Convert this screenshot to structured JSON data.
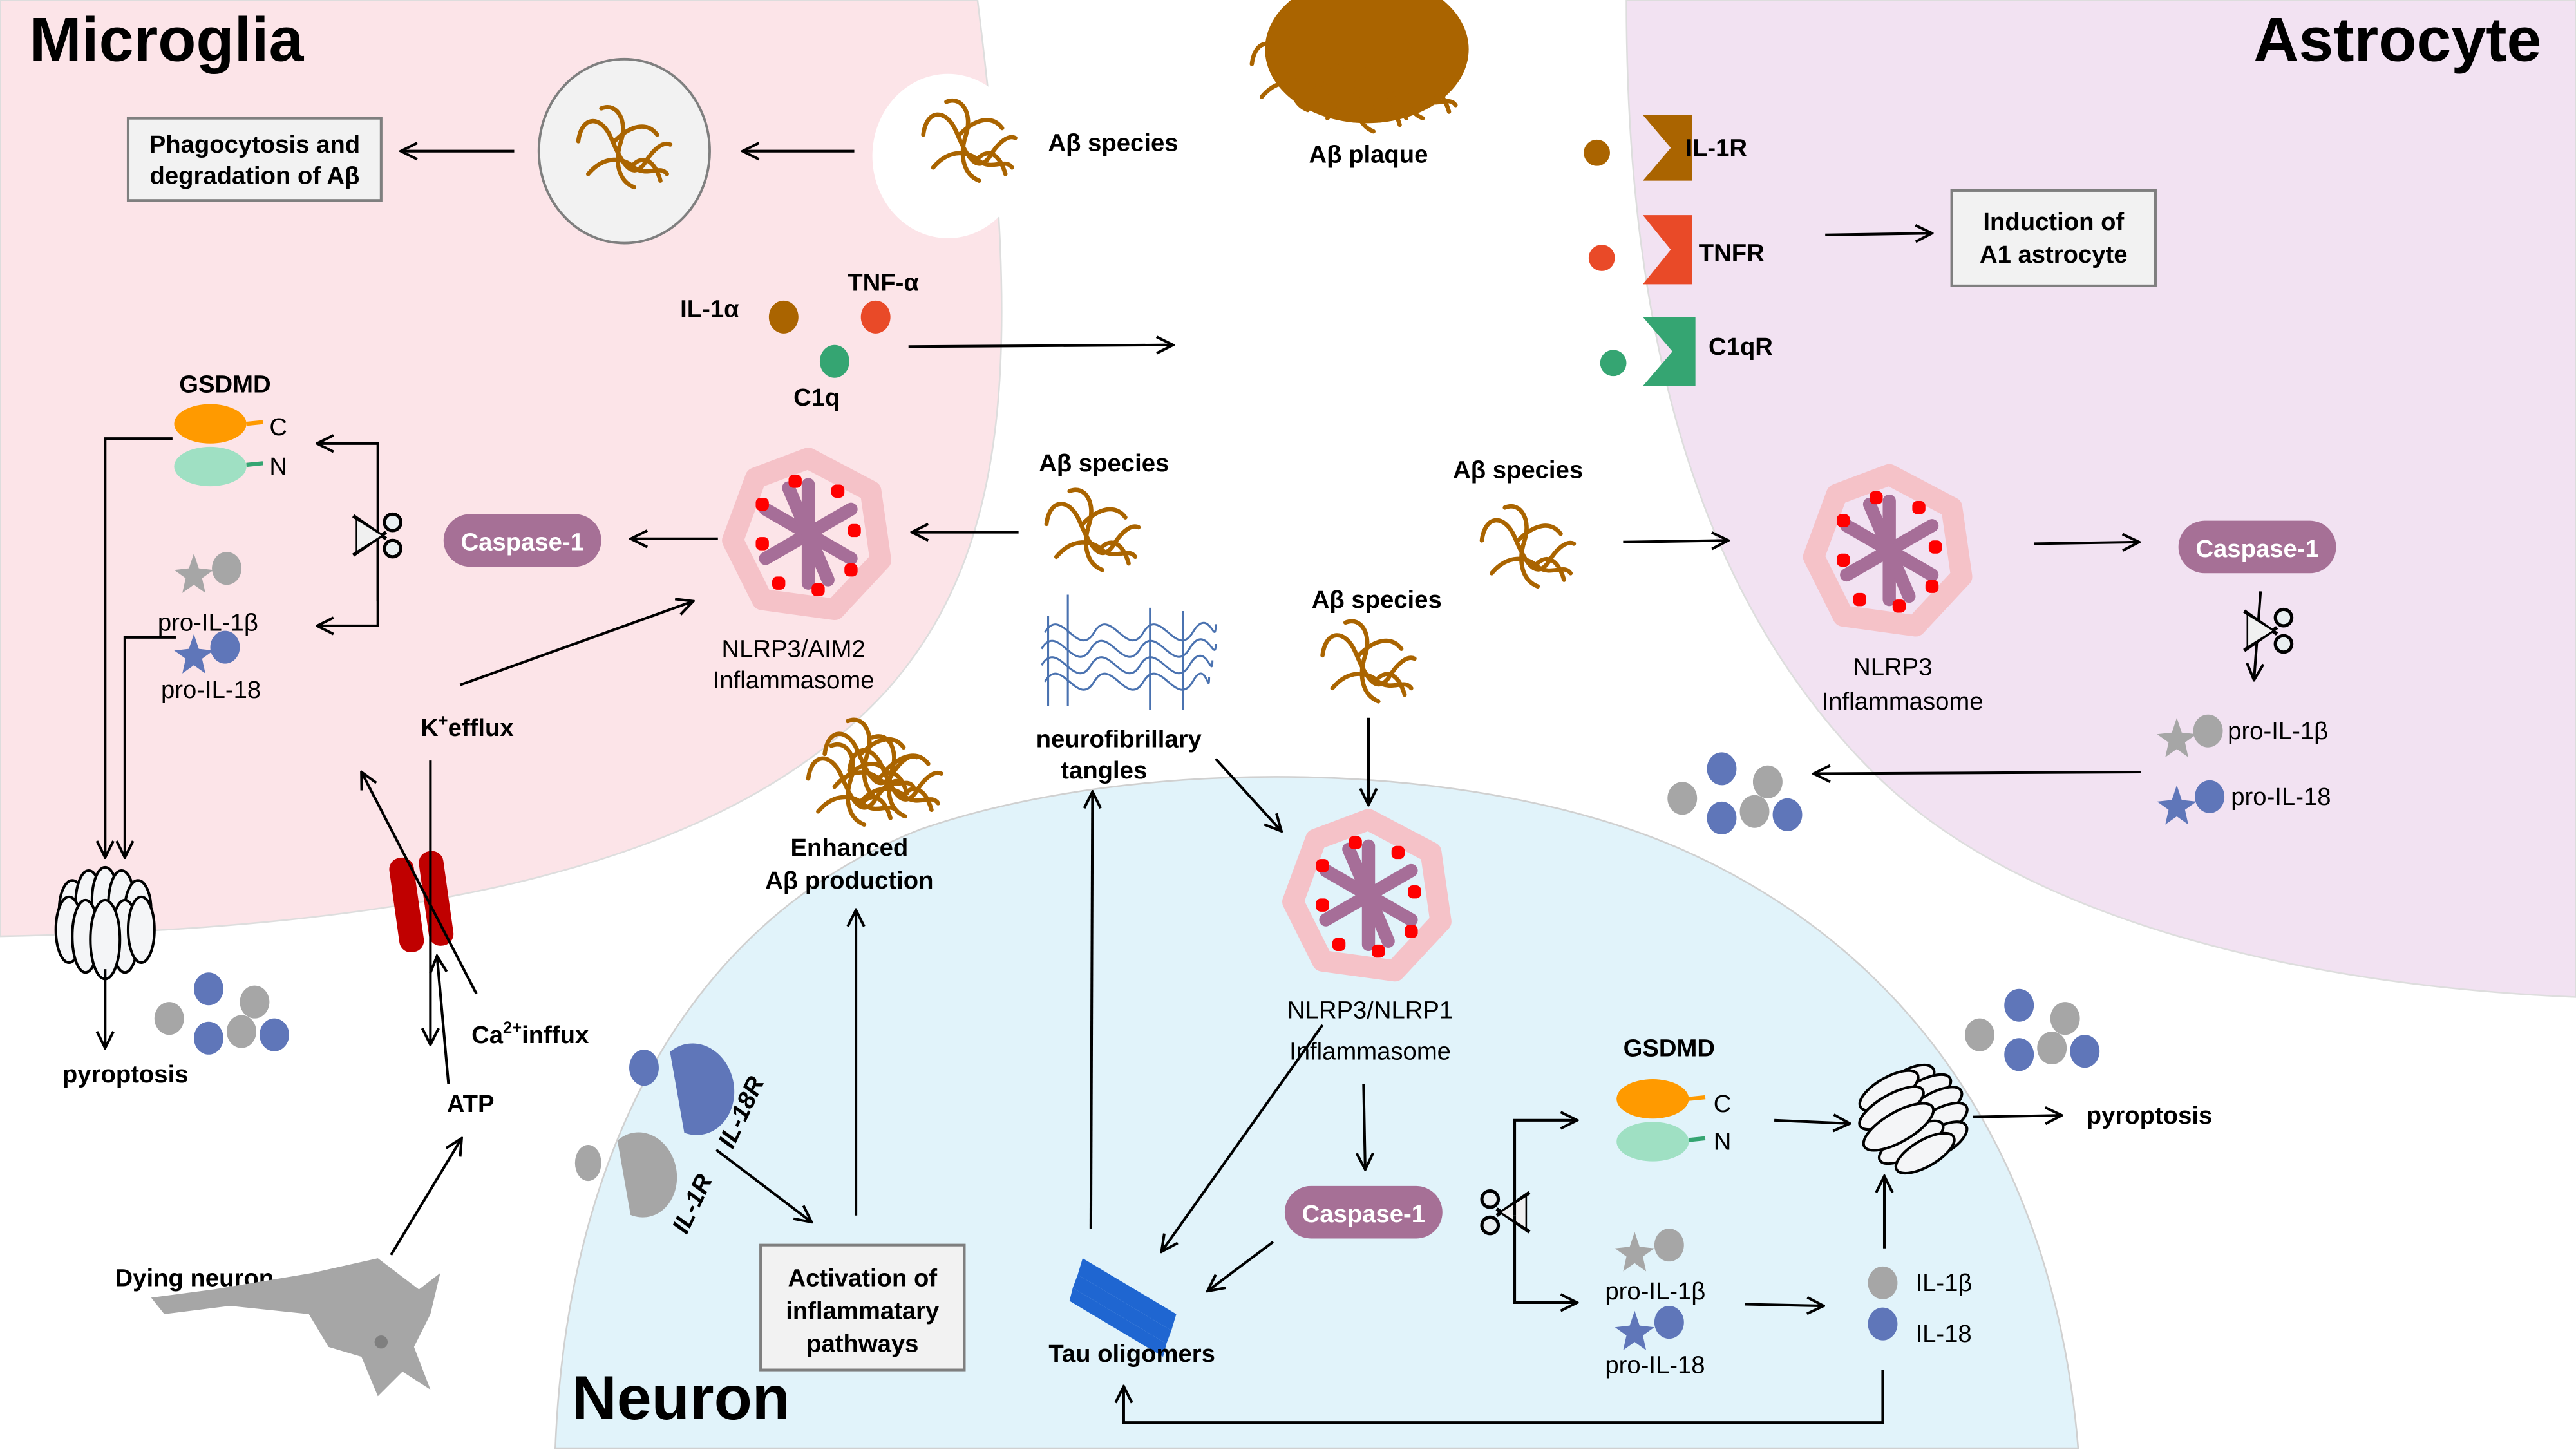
{
  "colors": {
    "microglia_bg": "#fce4e8",
    "astrocyte_bg": "#f2e2f2",
    "neuron_bg": "#e1f3fa",
    "abeta": "#aa6400",
    "il1a": "#aa6400",
    "tnf": "#e94a28",
    "c1q": "#35a572",
    "caspase": "#a67096",
    "gsdmd_c": "#ff9a00",
    "gsdmd_n": "#9fe0c3",
    "il1b": "#a6a6a6",
    "il18": "#5f76b9",
    "channel": "#c00000",
    "tau": "#1f66d1",
    "tangles": "#4a72b0",
    "inflam_ring": "#f5c2c8",
    "inflam_spoke": "#a66e98",
    "inflam_card": "#ff0000"
  },
  "cells": {
    "microglia": "Microglia",
    "astrocyte": "Astrocyte",
    "neuron": "Neuron"
  },
  "microglia": {
    "phagocytosis_box": [
      "Phagocytosis and",
      "degradation of Aβ"
    ],
    "abeta_species": "Aβ species",
    "cytokines": {
      "il1a": "IL-1α",
      "tnfa": "TNF-α",
      "c1q": "C1q"
    },
    "gsdmd": {
      "title": "GSDMD",
      "c": "C",
      "n": "N"
    },
    "pro_il1b": "pro-IL-1β",
    "pro_il18": "pro-IL-18",
    "caspase": "Caspase-1",
    "inflammasome": [
      "NLRP3/AIM2",
      "Inflammasome"
    ],
    "abeta_species_2": "Aβ species",
    "k_efflux": {
      "main": "K",
      "sup": "+",
      "rest": "efflux"
    },
    "ca_influx": {
      "main": "Ca",
      "sup": "2+",
      "rest": "inffux"
    },
    "pyroptosis": "pyroptosis",
    "atp": "ATP",
    "dying_neuron": "Dying neuron"
  },
  "center": {
    "plaque": "Aβ plaque",
    "abeta_species_right": "Aβ species",
    "abeta_species_mid": "Aβ species",
    "tangles": [
      "neurofibrillary",
      "tangles"
    ],
    "enhanced": [
      "Enhanced",
      "Aβ production"
    ]
  },
  "astrocyte": {
    "receptors": {
      "il1r": "IL-1R",
      "tnfr": "TNFR",
      "c1qr": "C1qR"
    },
    "induction_box": [
      "Induction of",
      "A1 astrocyte"
    ],
    "inflammasome": [
      "NLRP3",
      "Inflammasome"
    ],
    "caspase": "Caspase-1",
    "pro_il1b": "pro-IL-1β",
    "pro_il18": "pro-IL-18"
  },
  "neuron": {
    "il18r": "IL-18R",
    "il1r": "IL-1R",
    "activation_box": [
      "Activation of",
      "inflammatary",
      "pathways"
    ],
    "inflammasome": [
      "NLRP3/NLRP1",
      "Inflammasome"
    ],
    "caspase": "Caspase-1",
    "tau": "Tau oligomers",
    "gsdmd": {
      "title": "GSDMD",
      "c": "C",
      "n": "N"
    },
    "pro_il1b": "pro-IL-1β",
    "pro_il18": "pro-IL-18",
    "il1b": "IL-1β",
    "il18": "IL-18",
    "pyroptosis": "pyroptosis"
  }
}
